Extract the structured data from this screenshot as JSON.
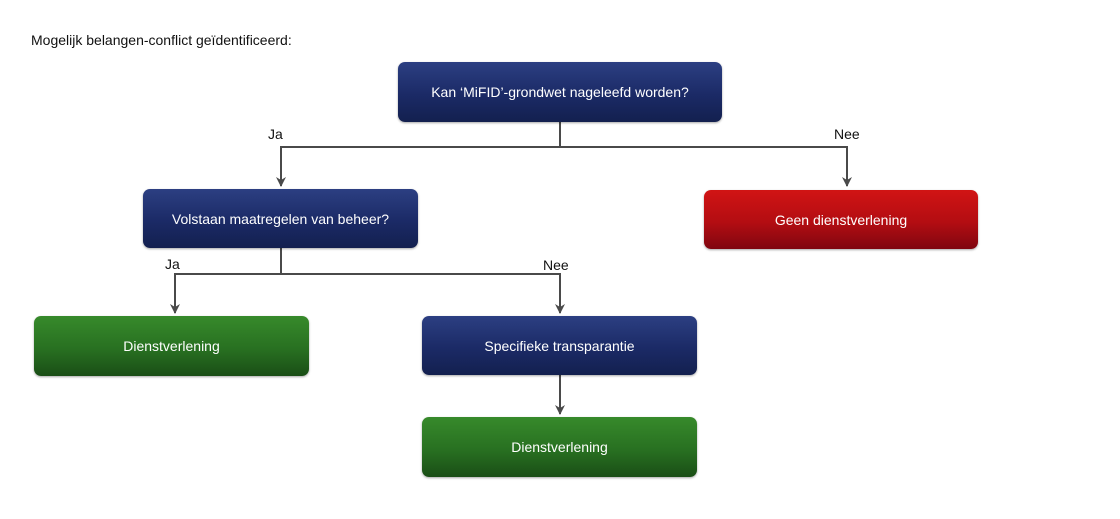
{
  "heading": "Mogelijk belangen-conflict geïdentificeerd:",
  "nodes": {
    "q1": {
      "label": "Kan ‘MiFID’-grondwet nageleefd worden?"
    },
    "q2": {
      "label": "Volstaan maatregelen van beheer?"
    },
    "no_service": {
      "label": "Geen dienstverlening"
    },
    "service_a": {
      "label": "Dienstverlening"
    },
    "transparency": {
      "label": "Specifieke transparantie"
    },
    "service_b": {
      "label": "Dienstverlening"
    }
  },
  "edges": {
    "q1_yes": "Ja",
    "q1_no": "Nee",
    "q2_yes": "Ja",
    "q2_no": "Nee"
  },
  "colors": {
    "question": "#1b2a66",
    "negative": "#b30d12",
    "positive": "#287021",
    "connector": "#4a4a4a"
  }
}
